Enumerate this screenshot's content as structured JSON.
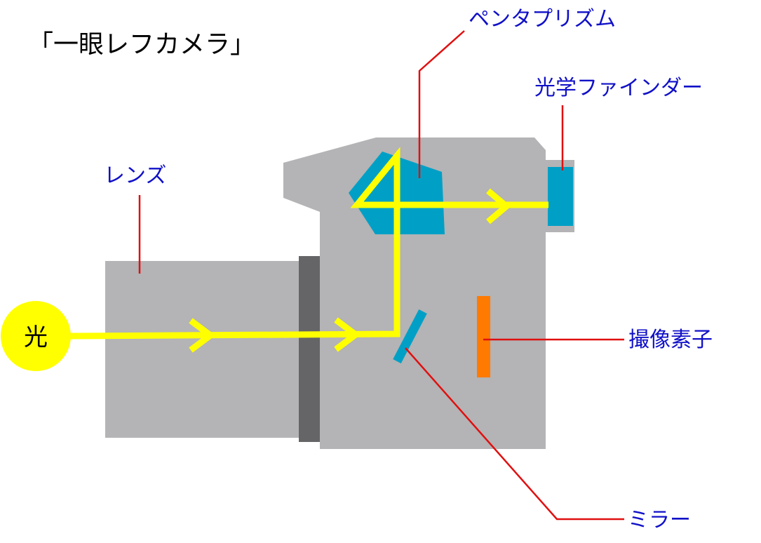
{
  "title": "「一眼レフカメラ」",
  "light_label": "光",
  "labels": {
    "lens": "レンズ",
    "pentaprism": "ペンタプリズム",
    "optical_finder": "光学ファインダー",
    "image_sensor": "撮像素子",
    "mirror": "ミラー"
  },
  "colors": {
    "label": "#1010c8",
    "leader_line": "#e01010",
    "body": "#b4b3b5",
    "mount": "#656466",
    "prism": "#00a0c6",
    "light_path": "#ffff00",
    "sensor": "#ff7a00",
    "light_source": "#ffff00"
  }
}
